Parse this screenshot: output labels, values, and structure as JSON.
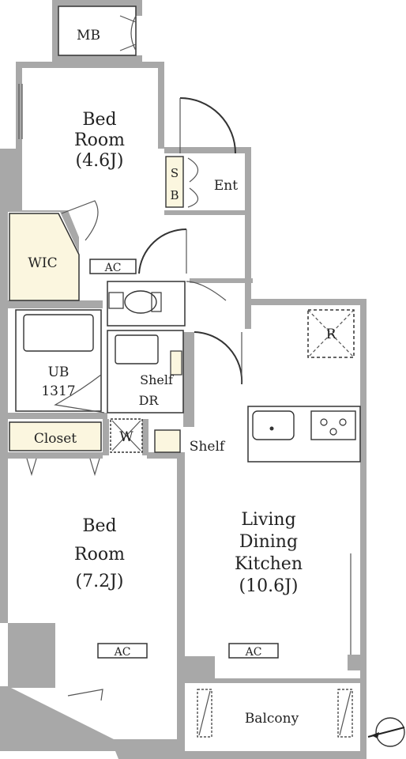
{
  "colors": {
    "wall": "#a8a8a8",
    "closet_fill": "#fbf6df",
    "line": "#333333"
  },
  "rooms": {
    "mb": "MB",
    "bed1": [
      "Bed",
      "Room",
      "(4.6J)"
    ],
    "sb": [
      "S",
      "B"
    ],
    "ent": "Ent",
    "wic": "WIC",
    "ac_top": "AC",
    "ub": [
      "UB",
      "1317"
    ],
    "shelf_dr": [
      "Shelf",
      "DR"
    ],
    "w": "W",
    "closet": "Closet",
    "shelf": "Shelf",
    "refrigerator": "R",
    "bed2": [
      "Bed",
      "Room",
      "(7.2J)"
    ],
    "ldk": [
      "Living",
      "Dining",
      "Kitchen",
      "(10.6J)"
    ],
    "ac_bed2": "AC",
    "ac_ldk": "AC",
    "balcony": "Balcony"
  }
}
